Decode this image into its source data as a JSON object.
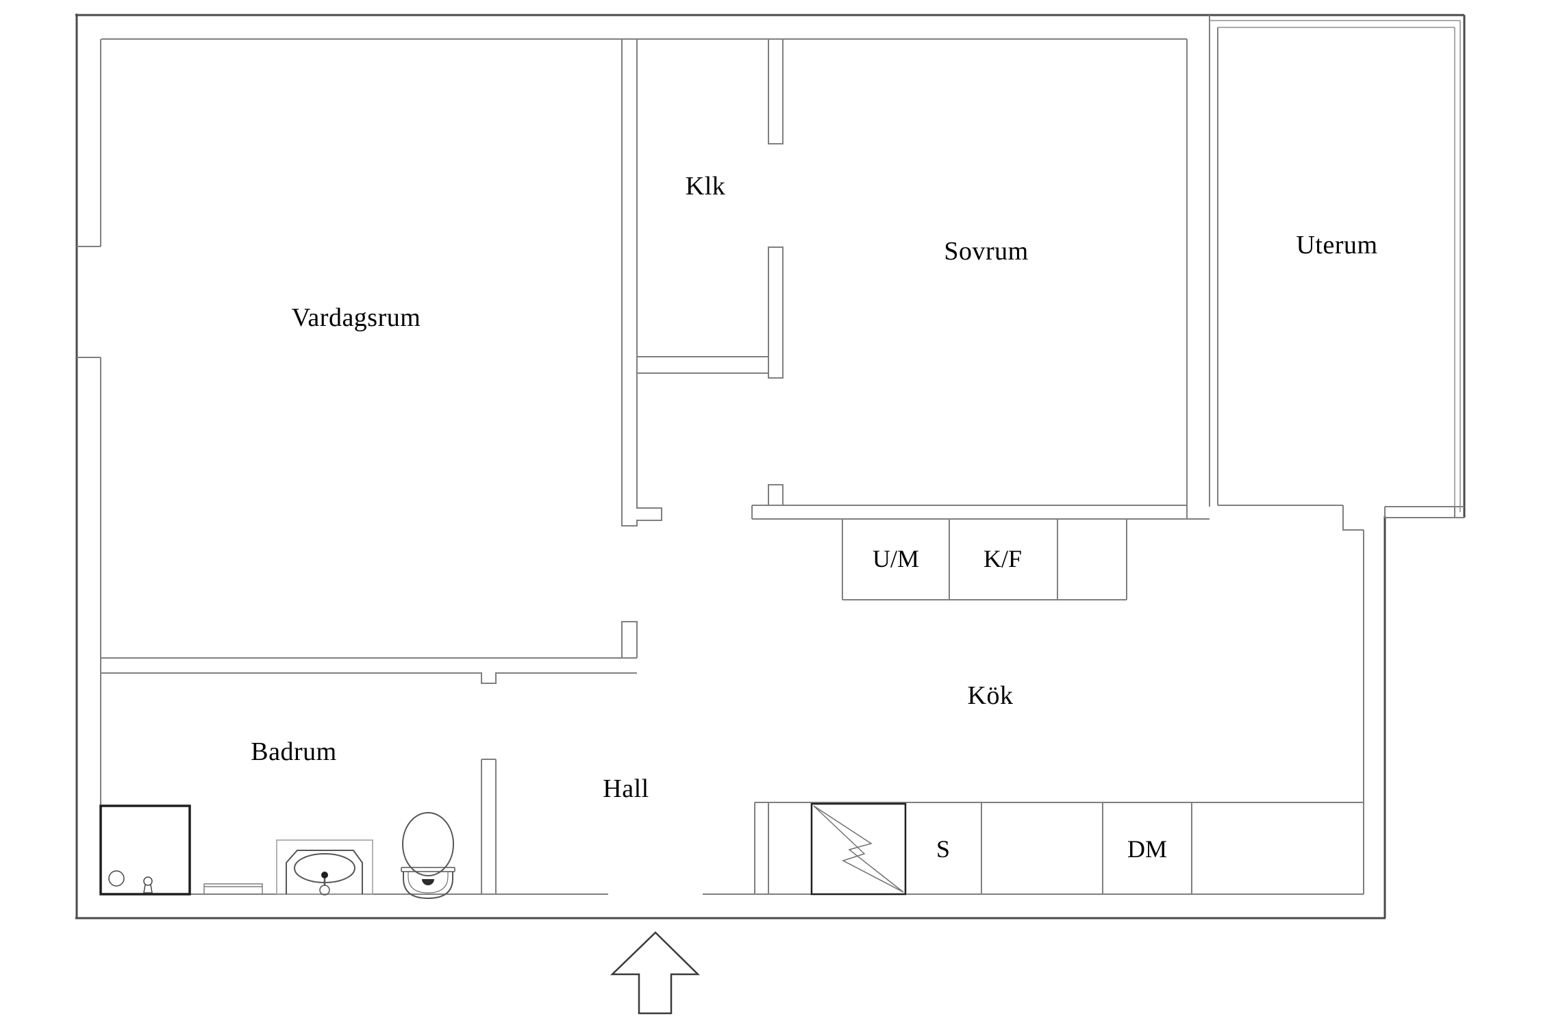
{
  "floorplan": {
    "background": "#ffffff",
    "colors": {
      "outer_wall": "#4a4a4a",
      "inner_wall": "#7f7f7f",
      "glass_wall": "#8f8f8f",
      "fixture_dark": "#1f1f1f",
      "label_text": "#000000"
    },
    "rooms": [
      {
        "id": "vardagsrum",
        "label": "Vardagsrum"
      },
      {
        "id": "klk",
        "label": "Klk"
      },
      {
        "id": "sovrum",
        "label": "Sovrum"
      },
      {
        "id": "uterum",
        "label": "Uterum"
      },
      {
        "id": "kok",
        "label": "Kök"
      },
      {
        "id": "badrum",
        "label": "Badrum"
      },
      {
        "id": "hall",
        "label": "Hall"
      }
    ],
    "appliances": [
      {
        "id": "um",
        "label": "U/M"
      },
      {
        "id": "kf",
        "label": "K/F"
      },
      {
        "id": "s",
        "label": "S"
      },
      {
        "id": "dm",
        "label": "DM"
      }
    ]
  }
}
